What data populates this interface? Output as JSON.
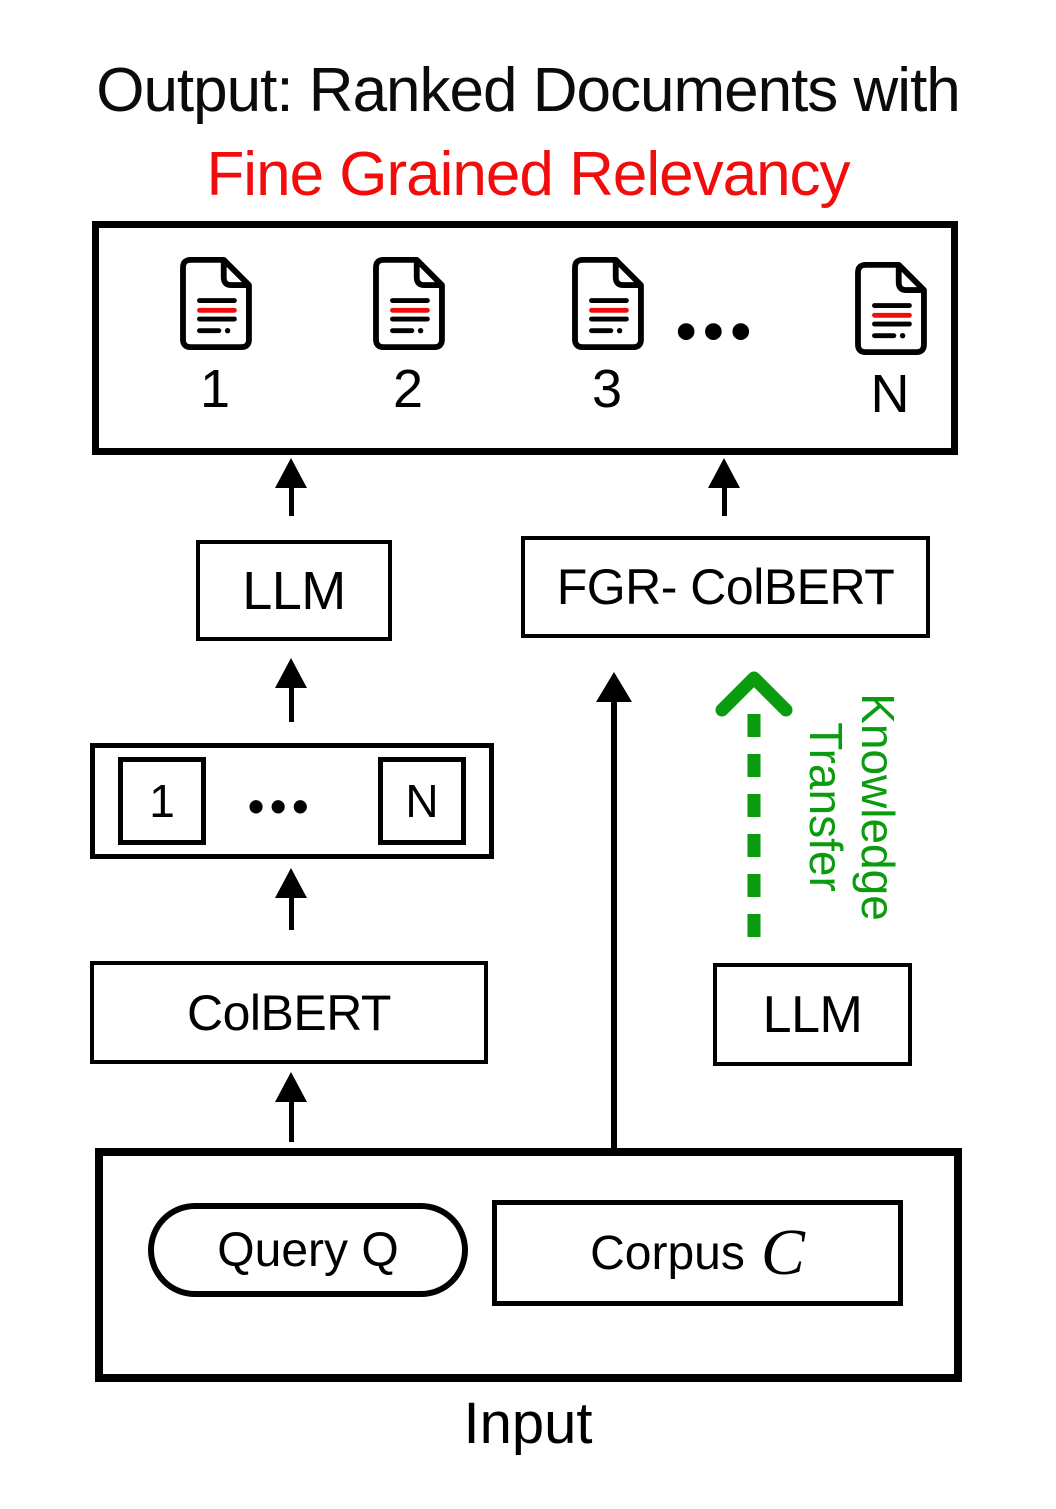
{
  "title": {
    "line1": "Output: Ranked Documents with",
    "line2": "Fine Grained Relevancy"
  },
  "colors": {
    "ink": "#000000",
    "accent_red": "#f10d0c",
    "accent_green": "#0a9b0e"
  },
  "output_box": {
    "documents": [
      {
        "label": "1"
      },
      {
        "label": "2"
      },
      {
        "label": "3"
      },
      {
        "label": "N"
      }
    ],
    "ellipsis": "•••"
  },
  "nodes": {
    "llm_left": "LLM",
    "fgr_colbert": "FGR- ColBERT",
    "colbert": "ColBERT",
    "llm_right": "LLM",
    "tokens": {
      "first": "1",
      "ellipsis": "•••",
      "last": "N"
    }
  },
  "knowledge_transfer": {
    "line1": "Knowledge",
    "line2": "Transfer"
  },
  "input_box": {
    "query": "Query Q",
    "corpus_prefix": "Corpus",
    "corpus_symbol": "C",
    "label": "Input"
  }
}
